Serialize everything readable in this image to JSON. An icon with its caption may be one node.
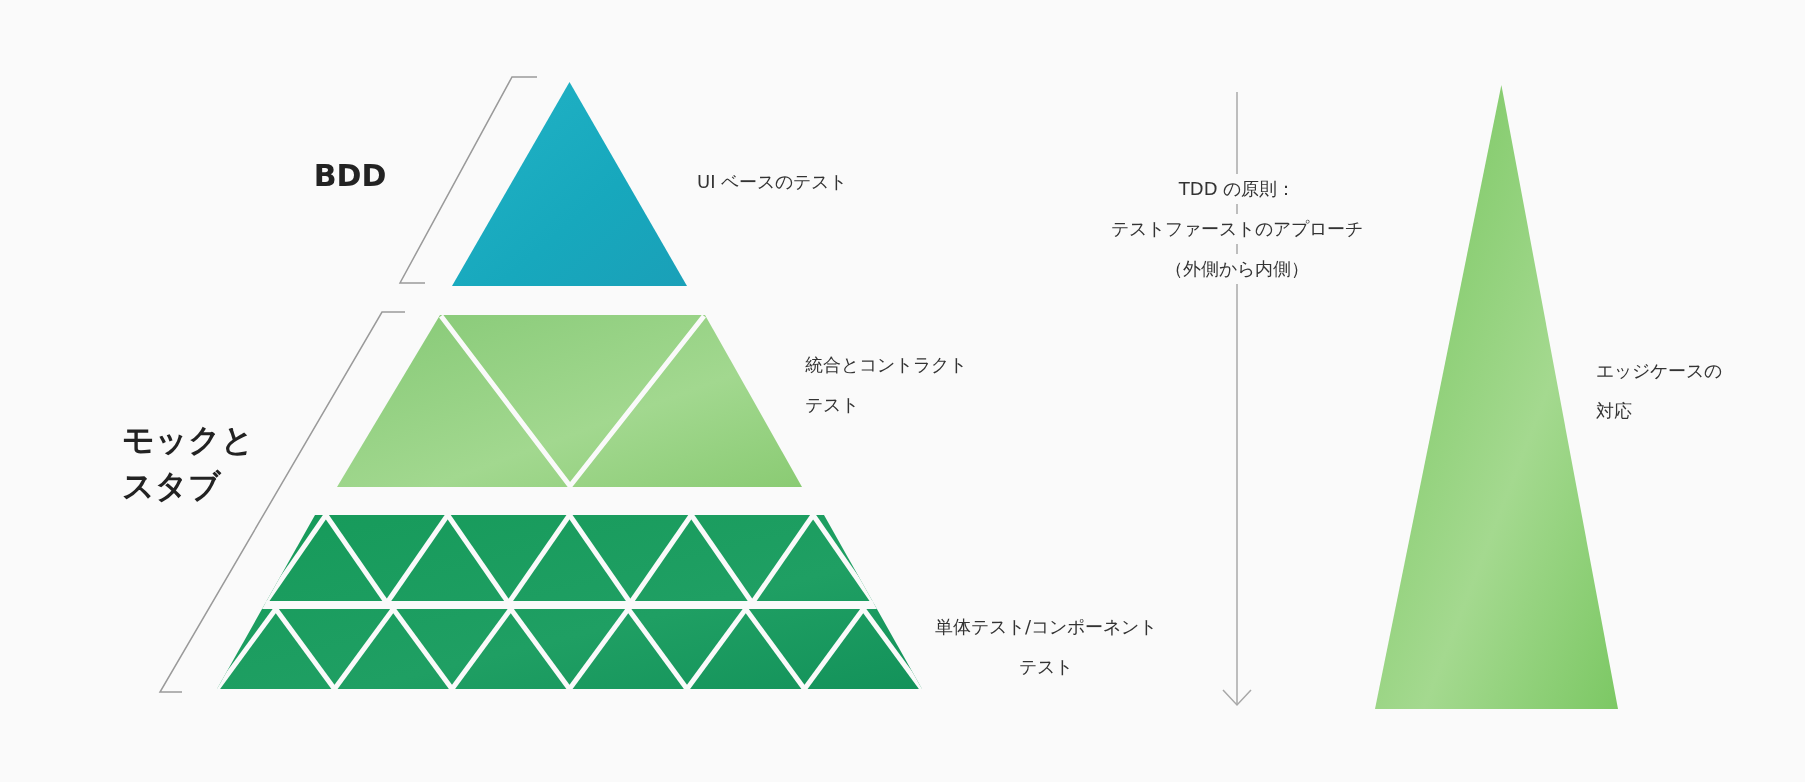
{
  "diagram": {
    "nodes": [
      {
        "text": [],
        "shape": "triangle",
        "beside": [
          "UI ベースのテスト"
        ]
      },
      {
        "text": [],
        "shape": "trapezoid",
        "beside": [
          "統合とコントラクトテスト"
        ]
      },
      {
        "text": [],
        "shape": "trapezoid",
        "beside": [
          "単体テスト/コンポーネントテスト"
        ]
      },
      {
        "text": [],
        "shape": "triangle",
        "beside": [
          "エッジケースの対応"
        ]
      }
    ],
    "labels": [
      "BDD",
      "モックとスタブ",
      "TDD の原則：",
      "テストファーストのアプローチ",
      "（外側から内側）"
    ]
  }
}
